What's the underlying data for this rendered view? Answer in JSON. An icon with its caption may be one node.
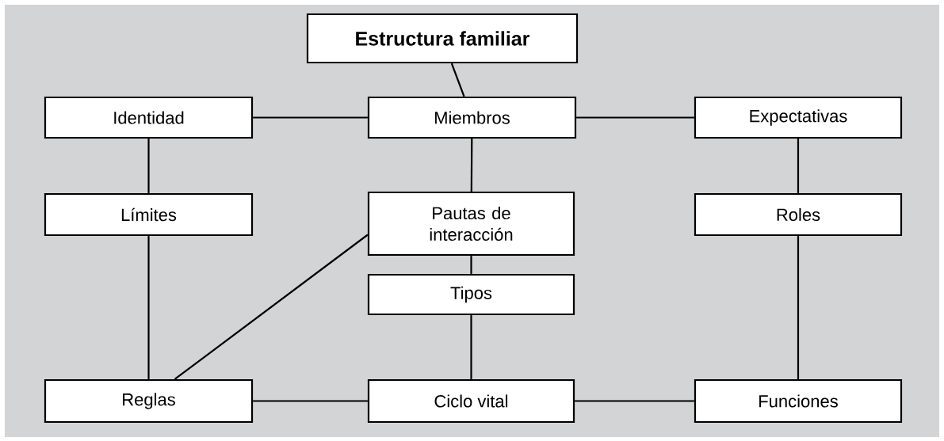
{
  "diagram": {
    "nodes": [
      {
        "text": [
          "Estructura familiar"
        ]
      },
      {
        "text": [
          "Identidad"
        ]
      },
      {
        "text": [
          "Miembros"
        ]
      },
      {
        "text": [
          "Expectativas"
        ]
      },
      {
        "text": [
          "Límites"
        ]
      },
      {
        "text": [
          "Pautas de interacción"
        ]
      },
      {
        "text": [
          "Roles"
        ]
      },
      {
        "text": [
          "Tipos"
        ]
      },
      {
        "text": [
          "Reglas"
        ]
      },
      {
        "text": [
          "Ciclo vital"
        ]
      },
      {
        "text": [
          "Funciones"
        ]
      }
    ],
    "edges": [
      {
        "from": 0,
        "to": 2,
        "arrow": "none"
      },
      {
        "from": 1,
        "to": 2,
        "arrow": "none"
      },
      {
        "from": 2,
        "to": 3,
        "arrow": "none"
      },
      {
        "from": 1,
        "to": 4,
        "arrow": "none"
      },
      {
        "from": 2,
        "to": 5,
        "arrow": "none"
      },
      {
        "from": 3,
        "to": 6,
        "arrow": "none"
      },
      {
        "from": 4,
        "to": 8,
        "arrow": "none"
      },
      {
        "from": 5,
        "to": 8,
        "arrow": "none"
      },
      {
        "from": 5,
        "to": 7,
        "arrow": "none"
      },
      {
        "from": 7,
        "to": 9,
        "arrow": "none"
      },
      {
        "from": 6,
        "to": 10,
        "arrow": "none"
      },
      {
        "from": 8,
        "to": 9,
        "arrow": "none"
      },
      {
        "from": 9,
        "to": 10,
        "arrow": "none"
      }
    ]
  }
}
